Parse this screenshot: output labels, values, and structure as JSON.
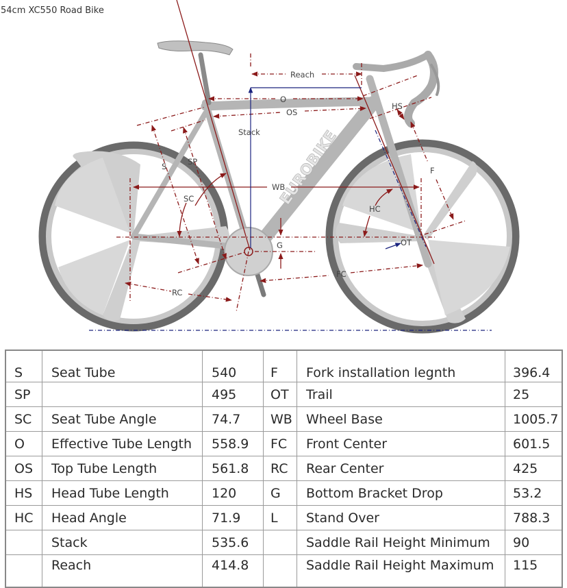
{
  "title": "54cm XC550 Road Bike",
  "diagram": {
    "brand_text": "EUROBIKE",
    "labels": {
      "reach": "Reach",
      "o": "O",
      "os": "OS",
      "hs": "HS",
      "stack": "Stack",
      "s": "S",
      "sp": "SP",
      "sc": "SC",
      "wb": "WB",
      "f": "F",
      "hc": "HC",
      "ot": "OT",
      "g": "G",
      "fc": "FC",
      "rc": "RC"
    },
    "colors": {
      "dimension_line": "#8b1a1a",
      "axis_line": "#1a237e",
      "bike": "#b8b8b8",
      "tire": "#6a6a6a"
    }
  },
  "table": {
    "left": [
      {
        "code": "S",
        "name": "Seat Tube",
        "value": "540"
      },
      {
        "code": "SP",
        "name": "",
        "value": "495"
      },
      {
        "code": "SC",
        "name": "Seat Tube Angle",
        "value": "74.7"
      },
      {
        "code": "O",
        "name": "Effective Tube Length",
        "value": "558.9"
      },
      {
        "code": "OS",
        "name": "Top Tube Length",
        "value": "561.8"
      },
      {
        "code": "HS",
        "name": "Head Tube Length",
        "value": "120"
      },
      {
        "code": "HC",
        "name": "Head Angle",
        "value": "71.9"
      },
      {
        "code": "",
        "name": "Stack",
        "value": "535.6"
      },
      {
        "code": "",
        "name": "Reach",
        "value": "414.8"
      }
    ],
    "right": [
      {
        "code": "F",
        "name": "Fork installation legnth",
        "value": "396.4"
      },
      {
        "code": "OT",
        "name": "Trail",
        "value": "25"
      },
      {
        "code": "WB",
        "name": "Wheel Base",
        "value": "1005.7"
      },
      {
        "code": "FC",
        "name": "Front Center",
        "value": "601.5"
      },
      {
        "code": "RC",
        "name": "Rear Center",
        "value": "425"
      },
      {
        "code": "G",
        "name": "Bottom Bracket Drop",
        "value": "53.2"
      },
      {
        "code": "L",
        "name": "Stand Over",
        "value": "788.3"
      },
      {
        "code": "",
        "name": "Saddle Rail Height Minimum",
        "value": "90"
      },
      {
        "code": "",
        "name": "Saddle Rail Height Maximum",
        "value": "115"
      }
    ]
  }
}
